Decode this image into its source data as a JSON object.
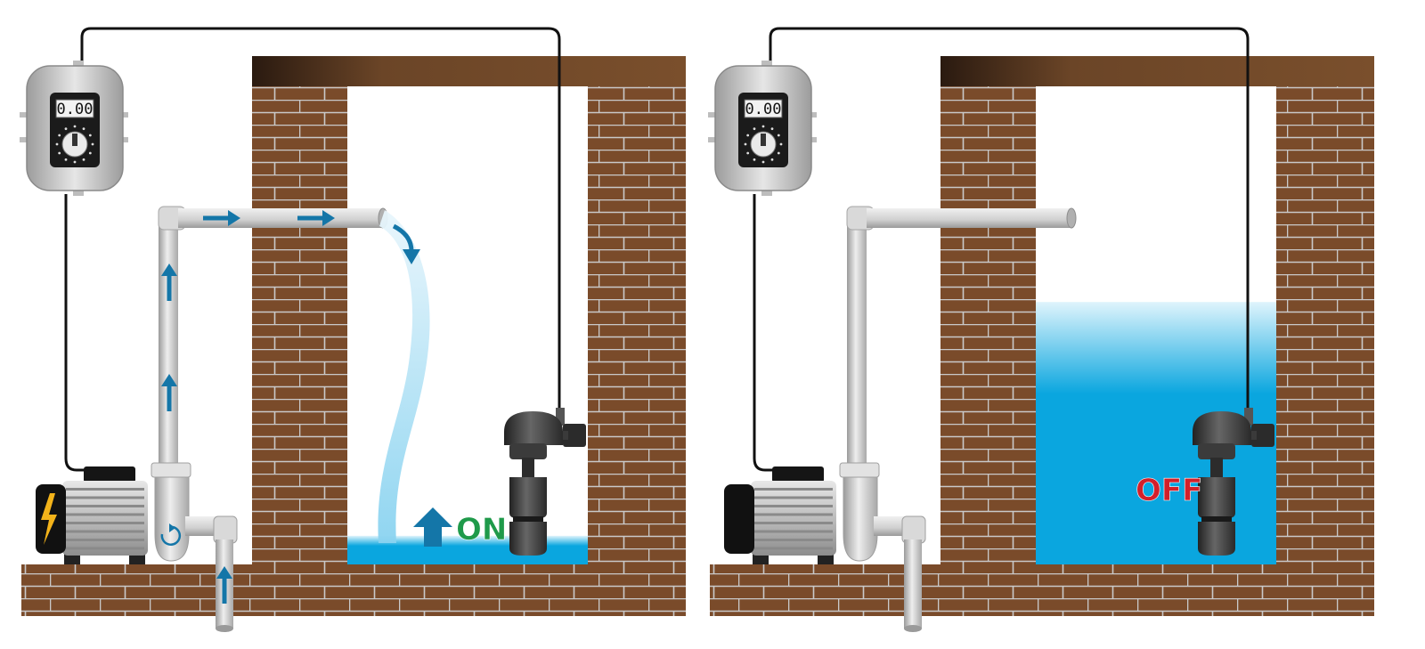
{
  "colors": {
    "brick": "#7a4b2a",
    "mortar": "#c9c9c9",
    "water": "#0aa6df",
    "pipe": "#d6d6d6",
    "flow_arrow": "#1476a8",
    "on_text": "#1f9a4a",
    "off_text": "#d3202a",
    "cable": "#111111"
  },
  "panels": [
    {
      "state": "on",
      "controller": {
        "display": "0.00",
        "icon": "timer-dial-icon"
      },
      "status_label": "ON",
      "tank_water_level": 0.06,
      "pump_running": true,
      "flow_arrows": [
        "arrow-right",
        "arrow-right",
        "arrow-curve-down",
        "arrow-up",
        "arrow-up",
        "arrow-up",
        "arrow-up-big"
      ]
    },
    {
      "state": "off",
      "controller": {
        "display": "0.00",
        "icon": "timer-dial-icon"
      },
      "status_label": "OFF",
      "tank_water_level": 0.55,
      "pump_running": false,
      "flow_arrows": []
    }
  ]
}
